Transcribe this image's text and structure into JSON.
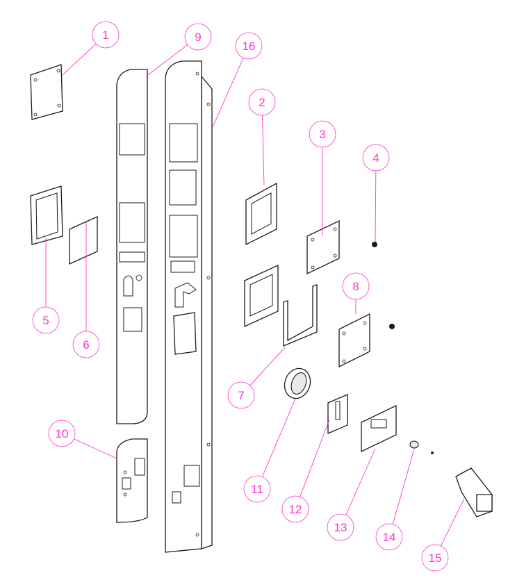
{
  "diagram": {
    "callout_color": "#ff33cc",
    "callouts": [
      "1",
      "2",
      "3",
      "4",
      "5",
      "6",
      "7",
      "8",
      "9",
      "10",
      "11",
      "12",
      "13",
      "14",
      "15",
      "16"
    ]
  }
}
